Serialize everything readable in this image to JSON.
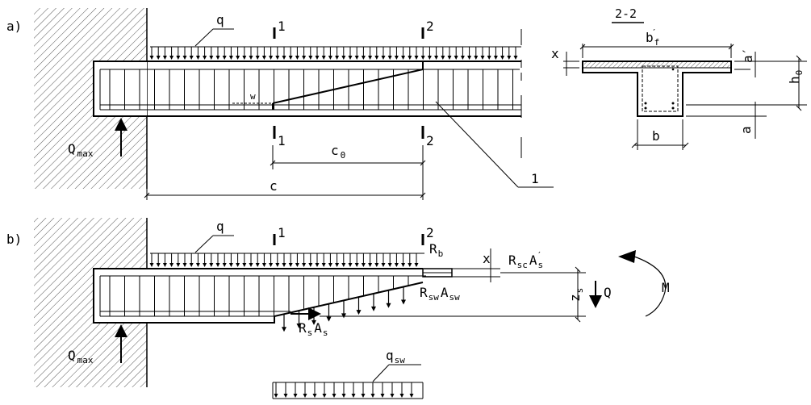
{
  "diagram": {
    "panel_a": {
      "label": "a)",
      "load": "q",
      "section_marks": [
        "1",
        "2"
      ],
      "crack_label": "w",
      "support_reaction": {
        "main": "Q",
        "sub": "max"
      },
      "dim_c0": {
        "main": "c",
        "sub": "0"
      },
      "dim_c": "c",
      "callout": "1"
    },
    "section_2_2": {
      "title": "2-2",
      "flange_width": {
        "main": "b",
        "sub": "f",
        "prime": "′"
      },
      "x": "x",
      "a_prime": "a′",
      "h0": {
        "main": "h",
        "sub": "0"
      },
      "a": "a",
      "b": "b"
    },
    "panel_b": {
      "label": "b)",
      "load": "q",
      "section_marks": [
        "1",
        "2"
      ],
      "Rb": {
        "main": "R",
        "sub": "b"
      },
      "x": "x",
      "RscAs": {
        "R": "R",
        "sub1": "sc",
        "A": "A",
        "sub2": "s",
        "prime": "′"
      },
      "RswAsw": {
        "R": "R",
        "sub1": "sw",
        "A": "A",
        "sub2": "sw"
      },
      "RsAs": {
        "R": "R",
        "sub1": "s",
        "A": "A",
        "sub2": "s"
      },
      "zs": {
        "main": "z",
        "sub": "s"
      },
      "Q": "Q",
      "M": "M",
      "support_reaction": {
        "main": "Q",
        "sub": "max"
      },
      "qsw": {
        "main": "q",
        "sub": "sw"
      }
    }
  }
}
